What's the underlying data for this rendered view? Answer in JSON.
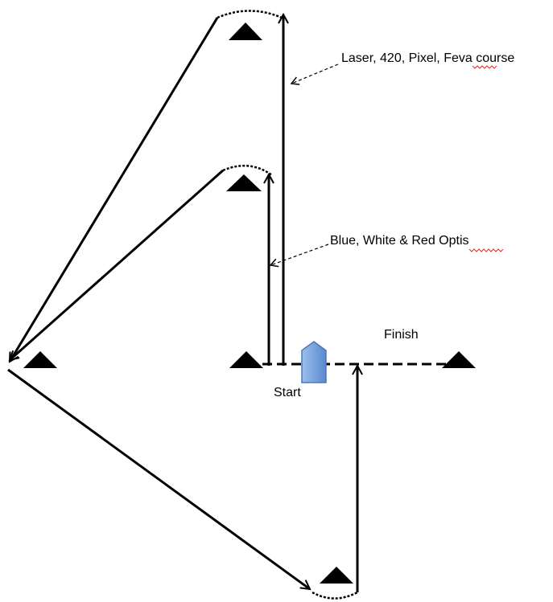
{
  "diagram": {
    "labels": {
      "laser_course": "Laser, 420, Pixel, Feva course",
      "optis_course": "Blue, White & Red Optis",
      "finish": "Finish",
      "start": "Start"
    },
    "colors": {
      "course_line": "#000000",
      "mark": "#000000",
      "committee_boat": "#7aa6e0",
      "spellcheck_underline": "#e03030"
    },
    "marks": [
      "windward-outer-mark",
      "windward-inner-mark",
      "wing-mark",
      "start-pin-mark",
      "finish-pin-mark",
      "leeward-mark"
    ]
  }
}
